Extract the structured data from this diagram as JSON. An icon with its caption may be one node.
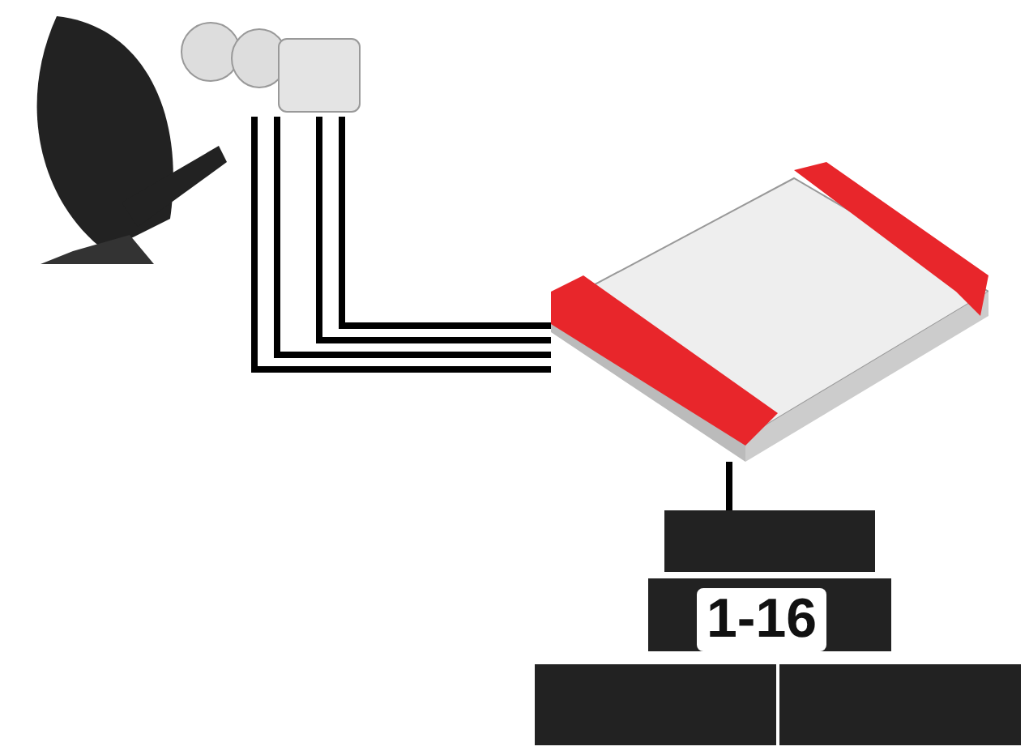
{
  "diagram": {
    "nodes": [
      {
        "text": [],
        "shape": "picture"
      },
      {
        "text": [],
        "shape": "picture"
      },
      {
        "text": [],
        "shape": "picture"
      },
      {
        "text": [
          "1-16"
        ]
      }
    ],
    "edges": [
      {
        "from": 1,
        "to": 2,
        "arrow": "none"
      },
      {
        "from": 1,
        "to": 2,
        "arrow": "none"
      },
      {
        "from": 1,
        "to": 2,
        "arrow": "none"
      },
      {
        "from": 1,
        "to": 2,
        "arrow": "none"
      },
      {
        "from": 2,
        "to": 3,
        "arrow": "none"
      }
    ]
  }
}
